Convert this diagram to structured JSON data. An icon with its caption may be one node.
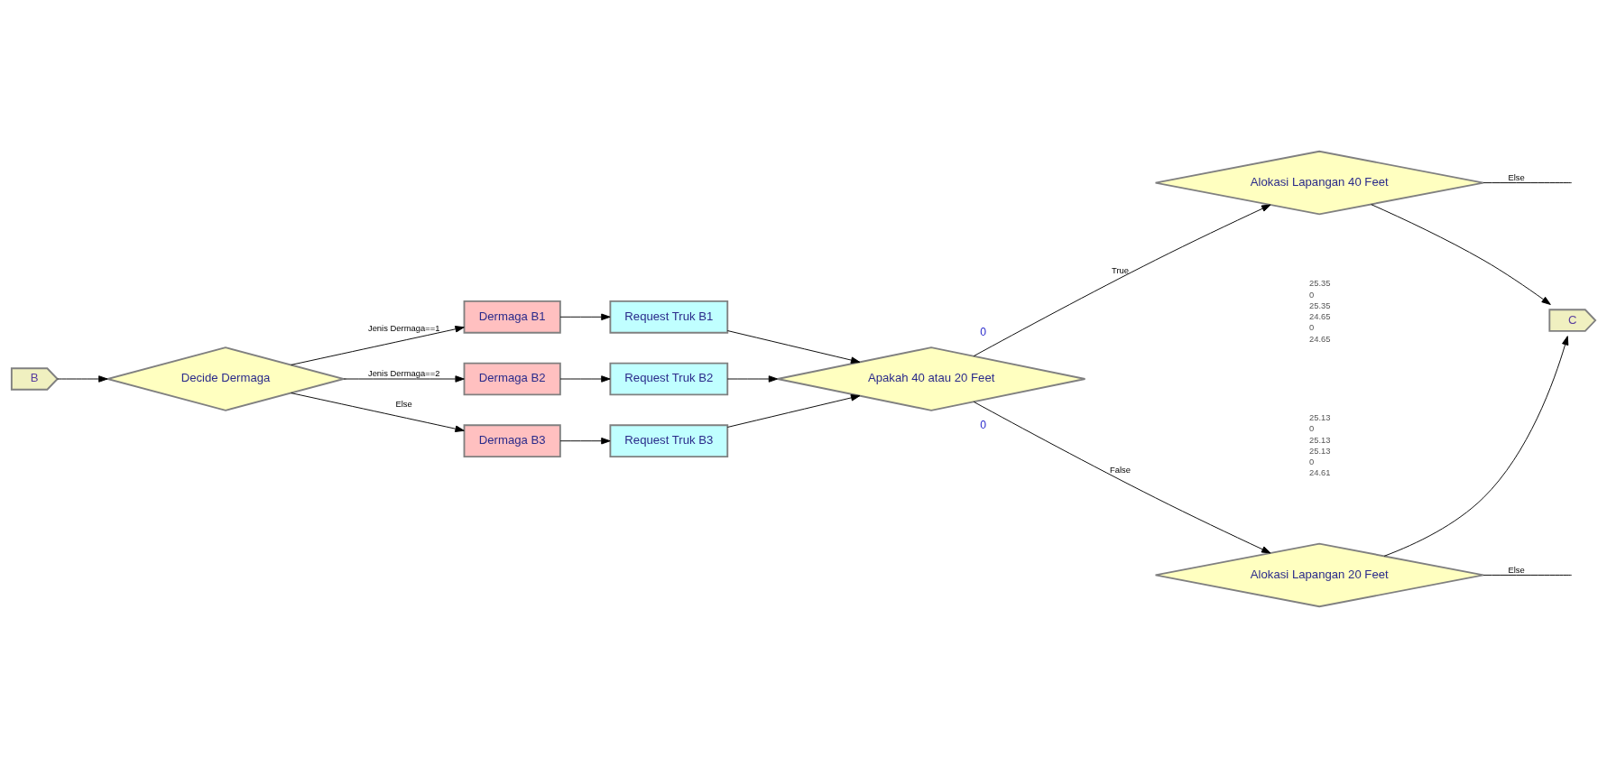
{
  "diagram": {
    "nodes": [
      {
        "text": [
          "B"
        ]
      },
      {
        "text": [
          "Decide Dermaga"
        ]
      },
      {
        "text": [
          "Dermaga B1"
        ]
      },
      {
        "text": [
          "Request Truk B1"
        ]
      },
      {
        "text": [
          "Dermaga B2"
        ]
      },
      {
        "text": [
          "Request Truk B2"
        ]
      },
      {
        "text": [
          "Dermaga B3"
        ]
      },
      {
        "text": [
          "Request Truk B3"
        ]
      },
      {
        "text": [
          "Apakah 40 atau 20 Feet"
        ],
        "beside": [
          "0",
          "0"
        ]
      },
      {
        "text": [
          "Alokasi Lapangan 40 Feet"
        ]
      },
      {
        "text": [
          "Alokasi Lapangan 20 Feet"
        ]
      },
      {
        "text": [
          "C"
        ]
      }
    ],
    "edges": [
      {
        "from": 0,
        "to": 1,
        "arrow": "to"
      },
      {
        "from": 1,
        "to": 2,
        "arrow": "to",
        "label": "Jenis Dermaga==1"
      },
      {
        "from": 1,
        "to": 4,
        "arrow": "to",
        "label": "Jenis Dermaga==2"
      },
      {
        "from": 1,
        "to": 6,
        "arrow": "to",
        "label": "Else"
      },
      {
        "from": 2,
        "to": 3,
        "arrow": "to"
      },
      {
        "from": 4,
        "to": 5,
        "arrow": "to"
      },
      {
        "from": 6,
        "to": 7,
        "arrow": "to"
      },
      {
        "from": 3,
        "to": 8,
        "arrow": "to"
      },
      {
        "from": 5,
        "to": 8,
        "arrow": "to"
      },
      {
        "from": 7,
        "to": 8,
        "arrow": "to"
      },
      {
        "from": 8,
        "to": 9,
        "arrow": "to",
        "label": "True"
      },
      {
        "from": 8,
        "to": 10,
        "arrow": "to",
        "label": "False"
      },
      {
        "from": 9,
        "to": 11,
        "arrow": "to"
      },
      {
        "from": 10,
        "to": 11,
        "arrow": "to"
      },
      {
        "from": 9,
        "to": null,
        "arrow": "none",
        "label": "Else"
      },
      {
        "from": 10,
        "to": null,
        "arrow": "none",
        "label": "Else"
      }
    ],
    "labels": [
      "25.35",
      "0",
      "25.35",
      "24.65",
      "0",
      "24.65",
      "25.13",
      "0",
      "25.13",
      "25.13",
      "0",
      "24.61"
    ]
  }
}
